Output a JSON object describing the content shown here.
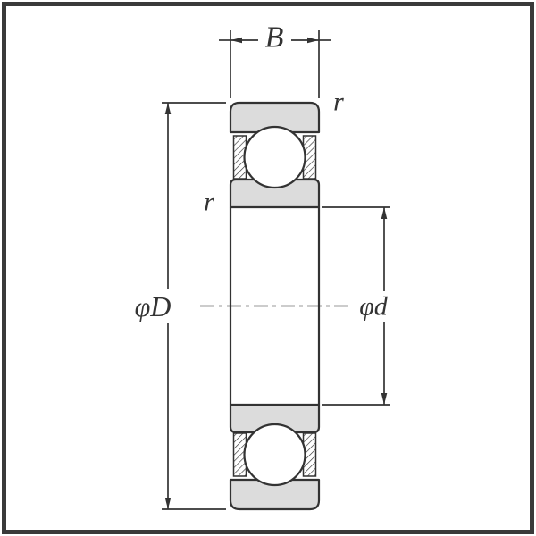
{
  "diagram": {
    "description": "Deep groove ball bearing cross-section dimensional drawing",
    "labels": {
      "width": "B",
      "outer_diameter": "φD",
      "bore_diameter": "φd",
      "chamfer_outer": "r",
      "chamfer_inner": "r"
    },
    "colors": {
      "line": "#333333",
      "fill": "#dcdcdc",
      "background": "#ffffff",
      "frame": "#3a3a3a"
    }
  }
}
